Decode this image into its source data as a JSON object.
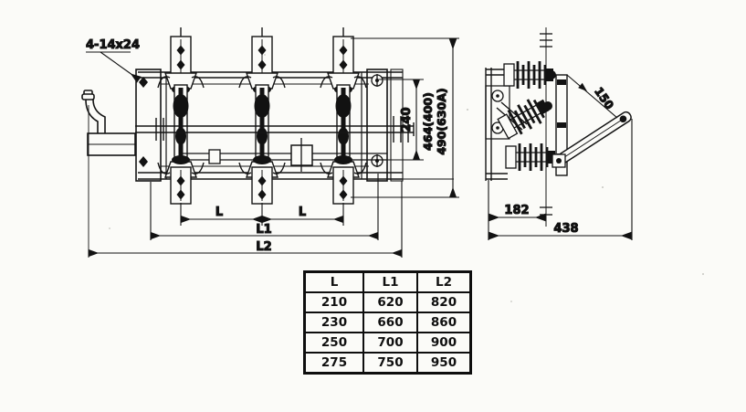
{
  "drawing": {
    "front_view": {
      "mounting_label": "4-14x24",
      "dim_240": "240",
      "dim_height_400": "464(400)",
      "dim_height_630": "490(630A)",
      "dim_l_left": "L",
      "dim_l_right": "L",
      "dim_l1": "L1",
      "dim_l2": "L2"
    },
    "side_view": {
      "dim_150": "150",
      "dim_182": "182",
      "dim_438": "438"
    }
  },
  "table": {
    "headers": [
      "L",
      "L1",
      "L2"
    ],
    "rows": [
      [
        "210",
        "620",
        "820"
      ],
      [
        "230",
        "660",
        "860"
      ],
      [
        "250",
        "700",
        "900"
      ],
      [
        "275",
        "750",
        "950"
      ]
    ]
  },
  "colors": {
    "ink": "#121212",
    "paper": "#fbfbf8"
  }
}
